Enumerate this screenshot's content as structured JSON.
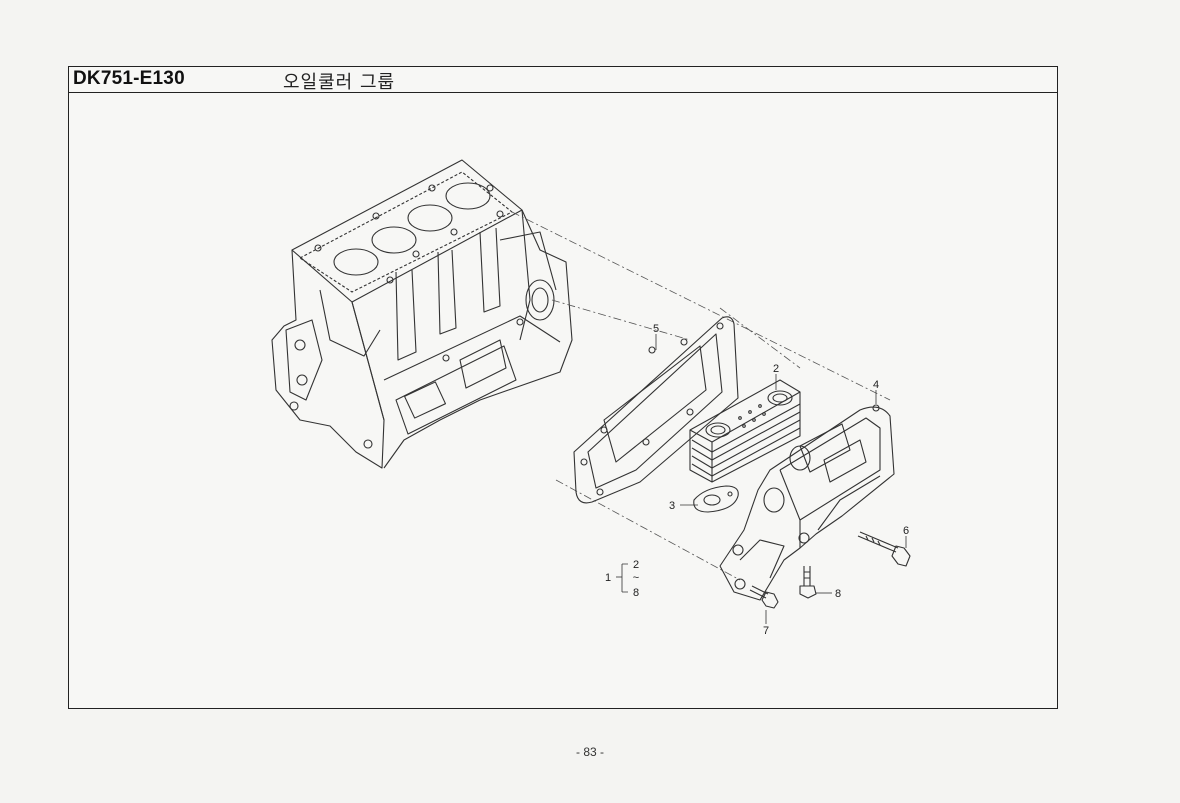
{
  "header": {
    "code": "DK751-E130",
    "title": "오일쿨러 그룹"
  },
  "callouts": {
    "c1": "1",
    "c2_top": "2",
    "c_tilde": "~",
    "c8_bottom": "8",
    "c2": "2",
    "c3": "3",
    "c4": "4",
    "c5": "5",
    "c6": "6",
    "c7": "7",
    "c8": "8"
  },
  "footer": {
    "page": "- 83 -"
  }
}
